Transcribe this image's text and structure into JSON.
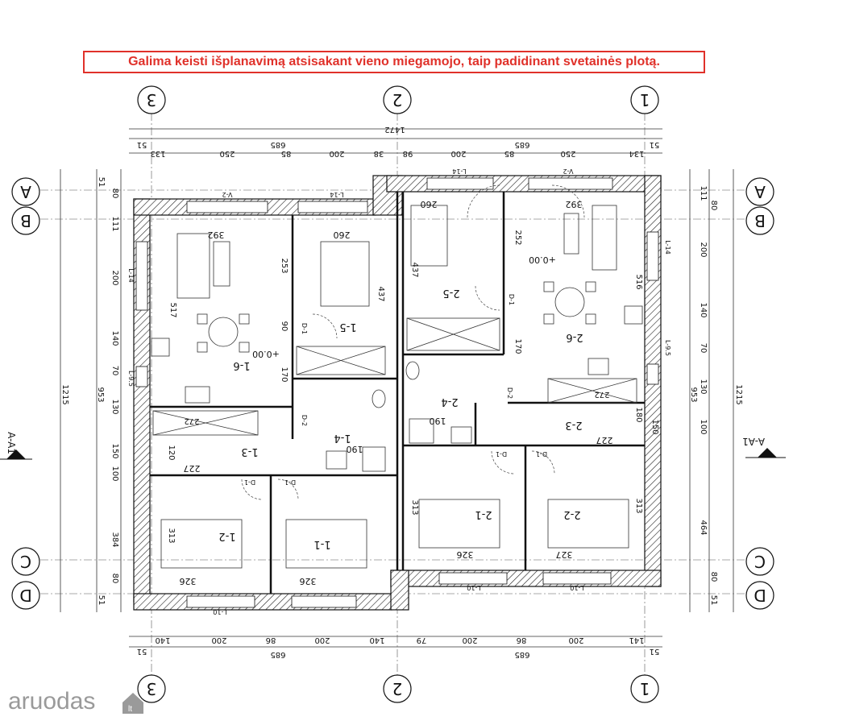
{
  "note": "Galima keisti išplanavimą atsisakant vieno miegamojo, taip padidinant svetainės plotą.",
  "watermark": "aruodas",
  "watermark_suffix": "lt",
  "axes_vertical": [
    "3",
    "2",
    "1"
  ],
  "axes_horizontal": [
    "A",
    "B",
    "C",
    "D"
  ],
  "section_label": "A-A1",
  "level_label": "+0.00",
  "dims": {
    "top_total": "1472",
    "top_half": "685",
    "top_row": [
      "51",
      "133",
      "250",
      "85",
      "200",
      "38",
      "98",
      "200",
      "85",
      "250",
      "134",
      "51"
    ],
    "bottom_total": "685",
    "bottom_row": [
      "51",
      "140",
      "200",
      "86",
      "200",
      "140",
      "79",
      "200",
      "86",
      "200",
      "141",
      "51"
    ],
    "left": [
      "51",
      "80",
      "111",
      "200",
      "140",
      "130",
      "150",
      "100",
      "384",
      "80",
      "51"
    ],
    "left_total": "1215",
    "left_953": "953",
    "left_70": "70",
    "right": [
      "111",
      "80",
      "200",
      "140",
      "70",
      "130",
      "100",
      "464",
      "80",
      "51"
    ],
    "right_total": "1215",
    "right_953": "953"
  },
  "rooms": [
    {
      "id": "1-6",
      "area": "392"
    },
    {
      "id": "1-5",
      "area": "260"
    },
    {
      "id": "1-4",
      "area": "190"
    },
    {
      "id": "1-3",
      "area": "227"
    },
    {
      "id": "1-2",
      "area": "326"
    },
    {
      "id": "1-1",
      "area": "326"
    },
    {
      "id": "2-6",
      "area": "392"
    },
    {
      "id": "2-5",
      "area": "260"
    },
    {
      "id": "2-4",
      "area": "190"
    },
    {
      "id": "2-3",
      "area": "227"
    },
    {
      "id": "2-2",
      "area": "327"
    },
    {
      "id": "2-1",
      "area": "326"
    }
  ],
  "interior_dims": [
    "253",
    "437",
    "517",
    "90",
    "170",
    "272",
    "120",
    "313",
    "252",
    "516",
    "180",
    "150"
  ],
  "window_tags": [
    "V-2",
    "L-14",
    "L-10",
    "L-9.5",
    "D-1",
    "D-2"
  ]
}
